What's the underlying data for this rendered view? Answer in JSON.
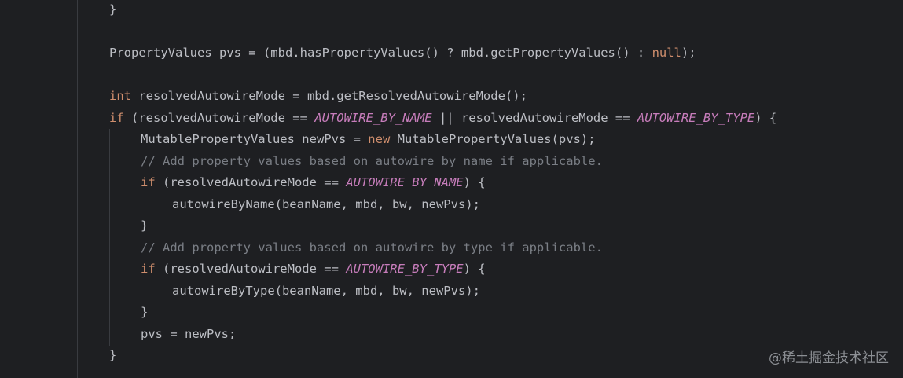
{
  "code": {
    "l1": {
      "brace": "}"
    },
    "l2": {
      "t1": "PropertyValues pvs = (mbd.hasPropertyValues() ? mbd.getPropertyValues() : ",
      "kw_null": "null",
      "t2": ");"
    },
    "l3": {
      "kw_int": "int",
      "t1": " resolvedAutowireMode = mbd.getResolvedAutowireMode();"
    },
    "l4": {
      "kw_if": "if",
      "t1": " (resolvedAutowireMode == ",
      "c1": "AUTOWIRE_BY_NAME",
      "t2": " || resolvedAutowireMode == ",
      "c2": "AUTOWIRE_BY_TYPE",
      "t3": ") {"
    },
    "l5": {
      "t1": "MutablePropertyValues newPvs = ",
      "kw_new": "new",
      "t2": " MutablePropertyValues(pvs);"
    },
    "l6": {
      "comment": "// Add property values based on autowire by name if applicable."
    },
    "l7": {
      "kw_if": "if",
      "t1": " (resolvedAutowireMode == ",
      "c1": "AUTOWIRE_BY_NAME",
      "t2": ") {"
    },
    "l8": {
      "t1": "autowireByName(beanName, mbd, bw, newPvs);"
    },
    "l9": {
      "brace": "}"
    },
    "l10": {
      "comment": "// Add property values based on autowire by type if applicable."
    },
    "l11": {
      "kw_if": "if",
      "t1": " (resolvedAutowireMode == ",
      "c1": "AUTOWIRE_BY_TYPE",
      "t2": ") {"
    },
    "l12": {
      "t1": "autowireByType(beanName, mbd, bw, newPvs);"
    },
    "l13": {
      "brace": "}"
    },
    "l14": {
      "t1": "pvs = newPvs;"
    },
    "l15": {
      "brace": "}"
    }
  },
  "watermark": "@稀土掘金技术社区",
  "colors": {
    "background": "#1e1f22",
    "text": "#bcbec4",
    "keyword": "#cf8e6d",
    "constant": "#c77dbb",
    "comment": "#7a7e85",
    "indent_guide": "#393b40"
  }
}
